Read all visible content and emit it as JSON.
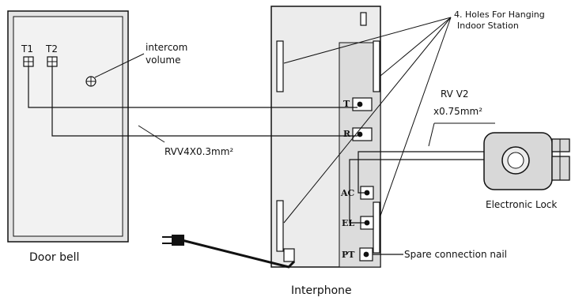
{
  "doorbell": {
    "terminal_1": "T1",
    "terminal_2": "T2",
    "volume_label_1": "intercom",
    "volume_label_2": "volume",
    "caption": "Door bell"
  },
  "interphone": {
    "caption": "Interphone",
    "terminals": [
      "T",
      "R",
      "AC",
      "EL",
      "PT"
    ]
  },
  "labels": {
    "holes_1": "4. Holes For Hanging",
    "holes_2": "Indoor Station",
    "cable_rvv": "RVV4X0.3mm²",
    "cable_rv_1": "RV V2",
    "cable_rv_2": "x0.75mm²",
    "lock": "Electronic Lock",
    "spare": "Spare connection nail"
  },
  "colors": {
    "line": "#111111",
    "panel_fill": "#ebebeb",
    "inner_fill": "#d9d9d9",
    "lock_fill": "#d6d6d6"
  }
}
